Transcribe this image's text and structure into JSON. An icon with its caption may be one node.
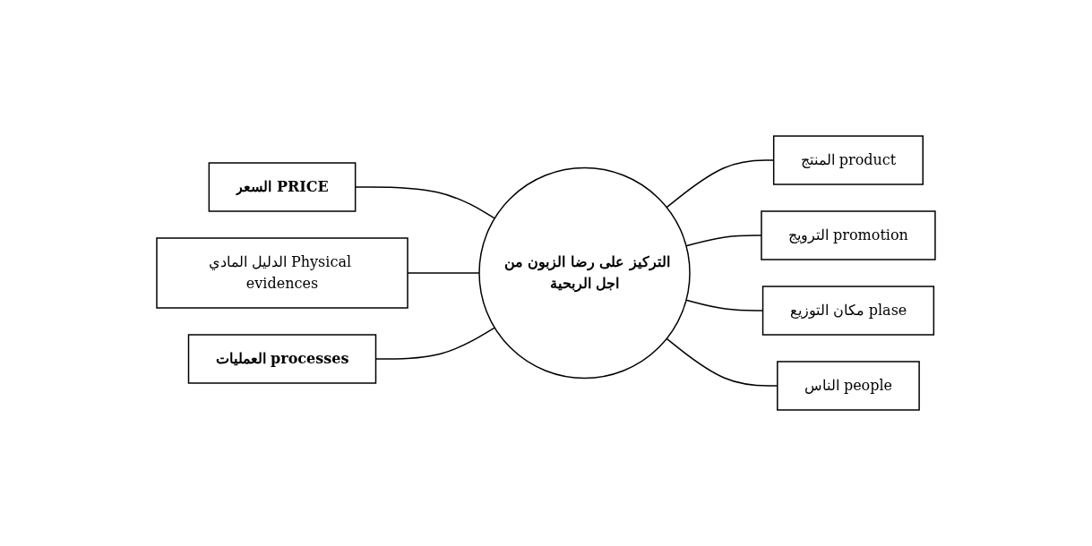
{
  "diagram": {
    "nodes": [
      {
        "text": [
          "التركيز على رضا الزبون من اجل الربحية"
        ]
      },
      {
        "text": [
          "الدليل المادي Physical evidences"
        ]
      },
      {
        "text": [
          "السعر PRICE"
        ]
      },
      {
        "text": [
          "المنتج product"
        ]
      },
      {
        "text": [
          "الترويج promotion"
        ]
      },
      {
        "text": [
          "العمليات processes"
        ]
      },
      {
        "text": [
          "مكان التوزيع plase"
        ]
      },
      {
        "text": [
          "الناس people"
        ]
      }
    ],
    "edges": [
      {
        "from": 2,
        "to": 0,
        "arrow": "none"
      },
      {
        "from": 0,
        "to": 3,
        "arrow": "none"
      },
      {
        "from": 1,
        "to": 0,
        "arrow": "none"
      },
      {
        "from": 0,
        "to": 4,
        "arrow": "none"
      },
      {
        "from": 5,
        "to": 0,
        "arrow": "none"
      },
      {
        "from": 0,
        "to": 6,
        "arrow": "none"
      },
      {
        "from": 0,
        "to": 7,
        "arrow": "none"
      }
    ]
  }
}
